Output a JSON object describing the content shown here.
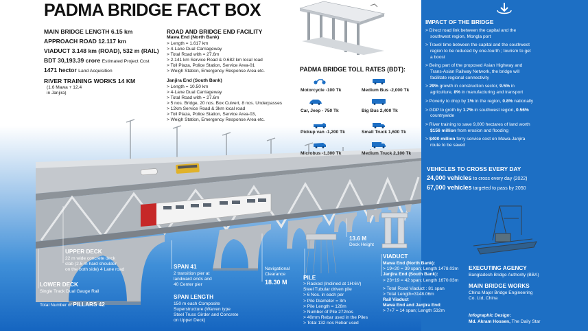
{
  "title": "PADMA BRIDGE FACT BOX",
  "key_facts": {
    "main_bridge": "MAIN BRIDGE LENGTH 6.15 km",
    "approach_road": "APPROACH ROAD 12.117 km",
    "viaduct": "VIADUCT 3.148 km (ROAD), 532 m (RAIL)",
    "cost_value": "BDT 30,193.39 crore",
    "cost_note": "Estimated Project Cost",
    "land_value": "1471 hector",
    "land_note": "Land Acquisition",
    "river_training": "RIVER TRAINING WORKS 14 KM",
    "river_training_note_1": "(1.6 Mawa + 12.4",
    "river_training_note_2": "in Janjira)"
  },
  "road_end": {
    "header": "ROAD AND BRIDGE END FACILITY",
    "mawa_header": "Mawa End (North Bank)",
    "mawa_lines": [
      "> Length = 1.617 km",
      "> 4-Lane Dual Carriageway",
      "> Total Road with = 27.6m",
      "> 2.141 km Service Road & 0.682 km local road",
      "> Toll Plaza, Police Station, Service Area-01",
      "> Weigh Station, Emergency Response Area etc."
    ],
    "janjira_header": "Janjira End (South Bank)",
    "janjira_lines": [
      "> Length = 10.50 km",
      "> 4-Lane Dual Carriageway",
      "> Total Road with = 27.6m",
      "> 5 nos. Bridge, 20 nos. Box Culvert, 8 nos. Underpasses",
      "> 12km Service Road & 3km local road",
      "> Toll Plaza, Police Station, Service Area-03,",
      "> Weigh Station, Emergency Response Area etc."
    ]
  },
  "toll": {
    "title": "PADMA BRIDGE TOLL RATES (BDT):",
    "left": [
      {
        "label": "Motorcycle -100 Tk",
        "icon": "motorcycle-icon"
      },
      {
        "label": "Car, Jeep - 750 Tk",
        "icon": "car-icon"
      },
      {
        "label": "Pickup van -1,200 Tk",
        "icon": "pickup-van-icon"
      },
      {
        "label": "Microbus -1,300 Tk",
        "icon": "microbus-icon"
      }
    ],
    "right": [
      {
        "label": "Medium Bus -2,000 Tk",
        "icon": "medium-bus-icon"
      },
      {
        "label": "Big Bus 2,400 Tk",
        "icon": "big-bus-icon"
      },
      {
        "label": "Small Truck 1,600 Tk",
        "icon": "small-truck-icon"
      },
      {
        "label": "Medium Truck 2,100 Tk",
        "icon": "medium-truck-icon"
      }
    ],
    "colors": {
      "icon": "#1d6fc4"
    }
  },
  "impact": {
    "header": "IMPACT OF THE BRIDGE",
    "items": [
      [
        "> Direct road link between the capital and the",
        "southwest region, Mongla port"
      ],
      [
        "> Travel time between the capital and the southwest",
        "region to be reduced by one-fourth ; tourism to get",
        "a boost"
      ],
      [
        "> Being part of the proposed Asian Highway and",
        "Trans-Asian Railway Network, the bridge will",
        "facilitate regional connectivity"
      ],
      [
        "> 29% growth in construction sector, 9.5% in",
        "agriculture, 8% in manufacturing and transport"
      ],
      [
        "> Poverty to drop by 1% in the region, 0.8% nationally"
      ],
      [
        "> GDP to groth by 1.7% in southwest region, 0.56%",
        "countrywide"
      ],
      [
        "> River training to save 9,000 hectares of land worth",
        "$156 million from erosion and flooding"
      ],
      [
        "> $400 million ferry service cost on Mawa-Janjira",
        "route to be saved"
      ]
    ]
  },
  "vehicles": {
    "header": "VEHICLES TO CROSS EVERY DAY",
    "line1_value": "24,000 vehicles",
    "line1_note": "to cross every day (2022)",
    "line2_value": "67,000 vehicles",
    "line2_note": "targeted to pass by 2050"
  },
  "labels": {
    "upper_deck": {
      "title": "UPPER DECK",
      "lines": [
        "22 m wide concrete deck",
        "slab (2.5 m hard shoulder",
        "on the both side) 4 Lane road"
      ]
    },
    "lower_deck": {
      "title": "LOWER DECK",
      "lines": [
        "Single Track Dual Gauge Rail"
      ]
    },
    "pillars": {
      "prefix": "Total Number of",
      "value": "PILLARS 42"
    },
    "span": {
      "title": "SPAN  41",
      "lines": [
        "2 transition pier at",
        "landward ends and",
        "40 Center pier"
      ]
    },
    "span_length": {
      "title": "SPAN LENGTH",
      "lines": [
        "150 m each Composite",
        "Superstructure (Warren type",
        "Steel Truss Girder and Concrete",
        "on Upper Deck)"
      ]
    },
    "nav": {
      "lines": [
        "Navigational",
        "Clearance"
      ],
      "value": "18.30 M"
    },
    "deck_height": {
      "value": "13.6 M",
      "note": "Deck Height"
    },
    "pile": {
      "title": "PILE",
      "lines": [
        "> Racked (Inclined at 1H:6V)",
        "Steel Tubular driven pile",
        "> 6 Nos. in each per",
        "> Pile Diameter = 3m",
        "> Pile Length = 128m",
        "> Number of Pile 272nos",
        "> 40mm Rebar used in the Piles",
        "> Total 132 nos Rebar used"
      ]
    },
    "viaduct": {
      "title": "VIADUCT",
      "lines": [
        {
          "text": "Mawa End (North Bank):",
          "bold": true
        },
        {
          "text": "> 19+20 = 39 span; Length 1478.03m",
          "bold": false
        },
        {
          "text": "Janjira End (South Bank):",
          "bold": true
        },
        {
          "text": "> 23+19 = 42 span; Length 1670.03m",
          "bold": false
        },
        {
          "text": "> Total Road Viaduct : 81 span",
          "bold": false
        },
        {
          "text": "> Total Length=3148.06m",
          "bold": false
        },
        {
          "text": "Rail Viaduct",
          "bold": true
        },
        {
          "text": "Mawa End and Janjira End:",
          "bold": true
        },
        {
          "text": "> 7+7 = 14 span; Length 532m",
          "bold": false
        }
      ]
    },
    "executing": {
      "title": "EXECUTING AGENCY",
      "lines": [
        "Bangladesh Bridge Authority (BBA)"
      ]
    },
    "works": {
      "title": "MAIN BRIDGE WORKS",
      "lines": [
        "China Major Bridge Engineering",
        "Co. Ltd, China"
      ]
    },
    "credit": {
      "title": "Infographic Design:",
      "name": "Md. Akram Hossen,",
      "org": "The Daily Star"
    }
  },
  "colors": {
    "panel": "#1d6fc4",
    "sky_top": "#ffffff",
    "sky_bottom": "#1565c0",
    "bridge": "#b7bcc2",
    "truss": "#8e949a",
    "train": "#c62828"
  }
}
